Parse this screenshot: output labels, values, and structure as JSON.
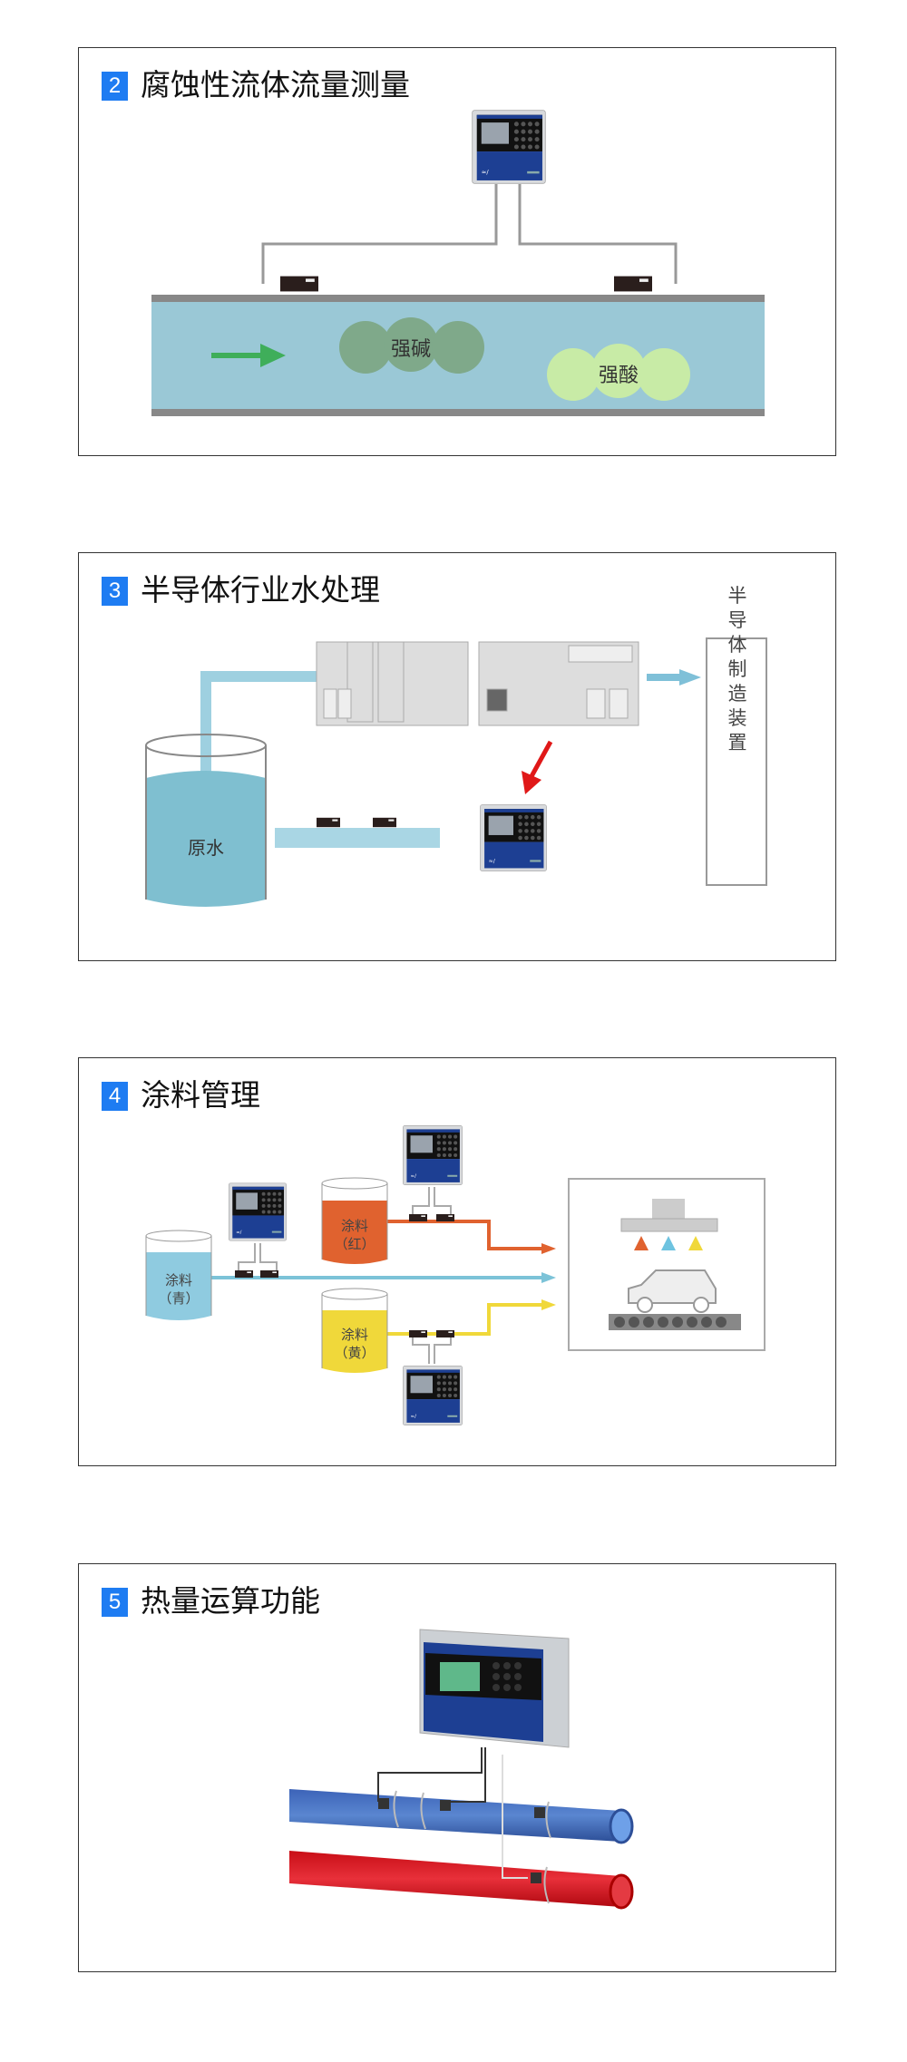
{
  "sections": [
    {
      "number": "2",
      "title": "腐蚀性流体流量测量",
      "labels": {
        "alkali": "强碱",
        "acid": "强酸"
      }
    },
    {
      "number": "3",
      "title": "半导体行业水处理",
      "labels": {
        "raw_water": "原水",
        "device": "半导体制造装置"
      }
    },
    {
      "number": "4",
      "title": "涂料管理",
      "labels": {
        "paint_cyan": "涂料",
        "paint_cyan_sub": "（青）",
        "paint_red": "涂料",
        "paint_red_sub": "（红）",
        "paint_yellow": "涂料",
        "paint_yellow_sub": "（黄）"
      }
    },
    {
      "number": "5",
      "title": "热量运算功能"
    }
  ],
  "colors": {
    "accent": "#1e7cf2",
    "device_blue": "#1d3f93",
    "water": "#7fbfd0",
    "red_paint": "#e0622f",
    "yellow_paint": "#f0d83a"
  }
}
